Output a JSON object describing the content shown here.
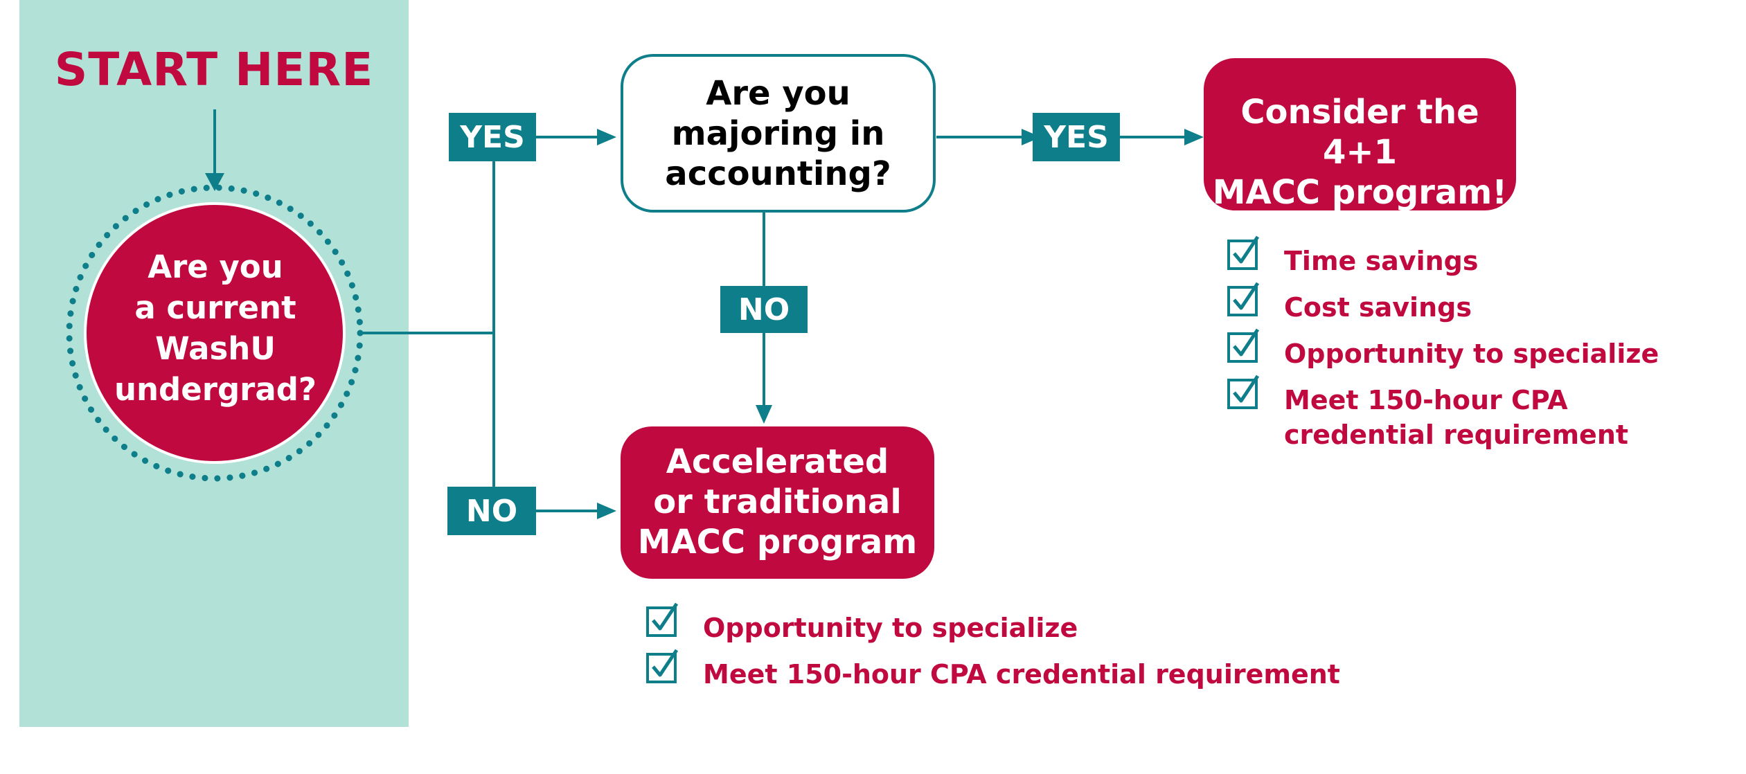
{
  "start_label": "START HERE",
  "q_current_undergrad": [
    "Are you",
    "a current",
    "WashU",
    "undergrad?"
  ],
  "q_majoring": [
    "Are you",
    "majoring in",
    "accounting?"
  ],
  "answers": {
    "yes": "YES",
    "no": "NO"
  },
  "outcome_4plus1": [
    "Consider the 4+1",
    "MACC program!"
  ],
  "outcome_accelerated": [
    "Accelerated",
    "or traditional",
    "MACC program"
  ],
  "benefits_4plus1": [
    "Time savings",
    "Cost savings",
    "Opportunity to specialize",
    "Meet 150-hour CPA credential requirement"
  ],
  "benefits_accelerated": [
    "Opportunity to specialize",
    "Meet 150-hour CPA credential requirement"
  ],
  "colors": {
    "crimson": "#c00a3f",
    "teal": "#0d7e8a",
    "mint": "#b2e1d7"
  },
  "icons": {
    "benefit_check": "checkbox-check-icon",
    "connector_arrow": "arrow-icon"
  }
}
